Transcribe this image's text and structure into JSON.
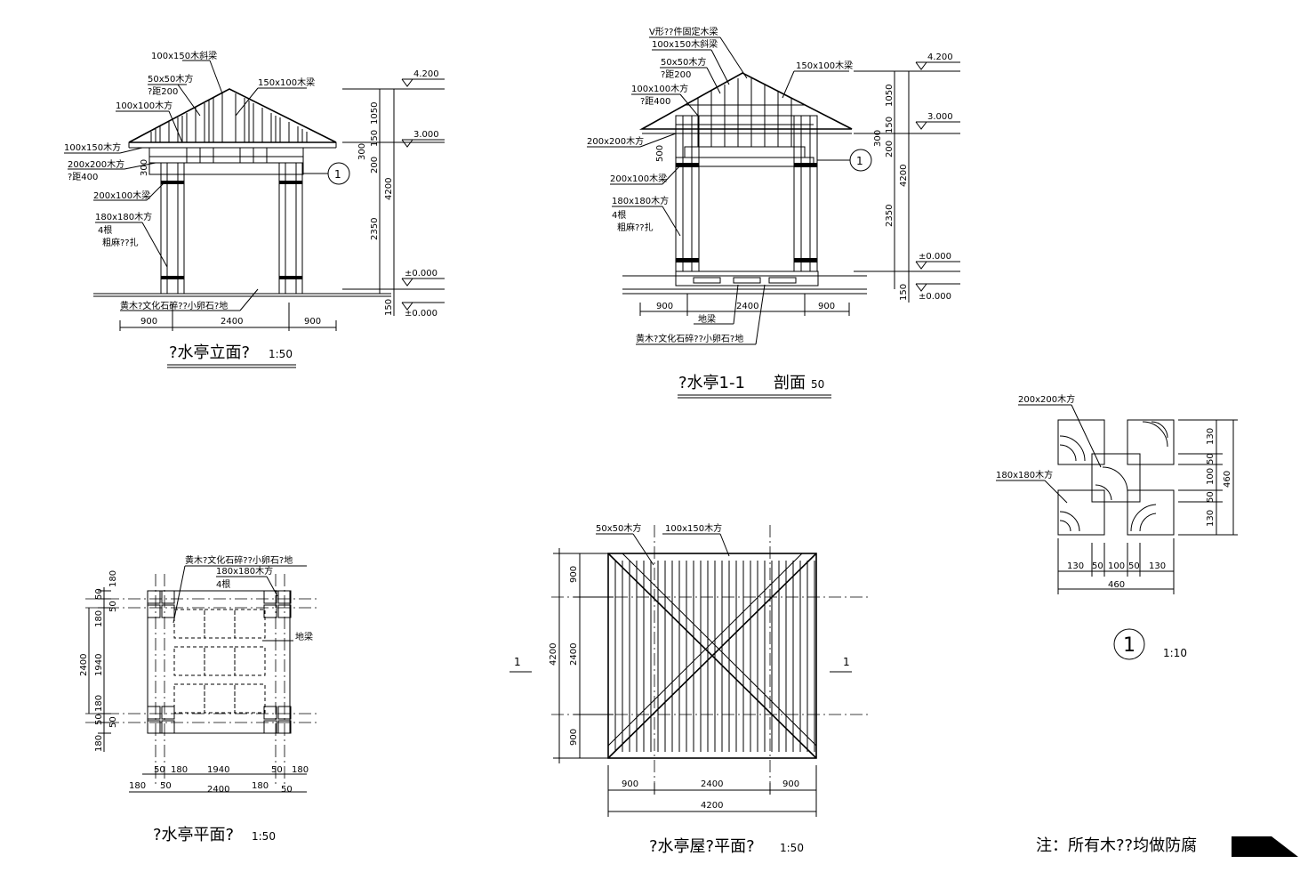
{
  "elevation": {
    "title": "?水亭立面?",
    "scale": "1:50",
    "labels": [
      "100x150木斜梁",
      "50x50木方",
      "?距200",
      "150x100木梁",
      "100x100木方",
      "100x150木方",
      "200x200木方",
      "?距400",
      "200x100木梁",
      "180x180木方",
      "4根",
      "粗麻??扎",
      "黄木?文化石碎??小卵石?地"
    ],
    "levels": [
      "4.200",
      "3.000",
      "±0.000",
      "±0.000"
    ],
    "dims_v": [
      "1050",
      "150",
      "300",
      "200",
      "2350",
      "4200",
      "150",
      "300"
    ],
    "dims_h": [
      "900",
      "2400",
      "900"
    ],
    "callout": "1"
  },
  "section": {
    "title": "?水亭1-1",
    "title2": "剖面",
    "scale": "50",
    "labels": [
      "V形??件固定木梁",
      "100x150木斜梁",
      "50x50木方",
      "?距200",
      "100x100木方",
      "?距400",
      "150x100木梁",
      "200x200木方",
      "200x100木梁",
      "180x180木方",
      "4根",
      "粗麻??扎",
      "地梁",
      "黄木?文化石碎??小卵石?地"
    ],
    "levels": [
      "4.200",
      "3.000",
      "±0.000",
      "±0.000"
    ],
    "dims_v": [
      "1050",
      "150",
      "300",
      "200",
      "2350",
      "4200",
      "150",
      "500"
    ],
    "dims_h": [
      "900",
      "2400",
      "900"
    ],
    "callout": "1"
  },
  "plan": {
    "title": "?水亭平面?",
    "scale": "1:50",
    "labels": [
      "黄木?文化石碎??小卵石?地",
      "180x180木方",
      "4根",
      "地梁"
    ],
    "dims_left": [
      "50",
      "180",
      "50",
      "180",
      "2400",
      "1940",
      "180",
      "50",
      "50",
      "180"
    ],
    "dims_bottom1": [
      "50",
      "180",
      "1940",
      "50",
      "180"
    ],
    "dims_bottom2": [
      "180",
      "50",
      "2400",
      "180",
      "50"
    ]
  },
  "roof_plan": {
    "title": "?水亭屋?平面?",
    "scale": "1:50",
    "labels": [
      "50x50木方",
      "100x150木方"
    ],
    "section_mark": "1",
    "dims_left": [
      "900",
      "4200",
      "2400",
      "900"
    ],
    "dims_bottom1": [
      "900",
      "2400",
      "900"
    ],
    "dims_bottom2": [
      "4200"
    ]
  },
  "detail": {
    "labels": [
      "200x200木方",
      "180x180木方"
    ],
    "dims_right": [
      "130",
      "50",
      "100",
      "50",
      "130",
      "460"
    ],
    "dims_bottom1": [
      "130",
      "50",
      "100",
      "50",
      "130"
    ],
    "dims_bottom2": [
      "460"
    ],
    "callout": "1",
    "scale": "1:10"
  },
  "note": "注：所有木??均做防腐"
}
